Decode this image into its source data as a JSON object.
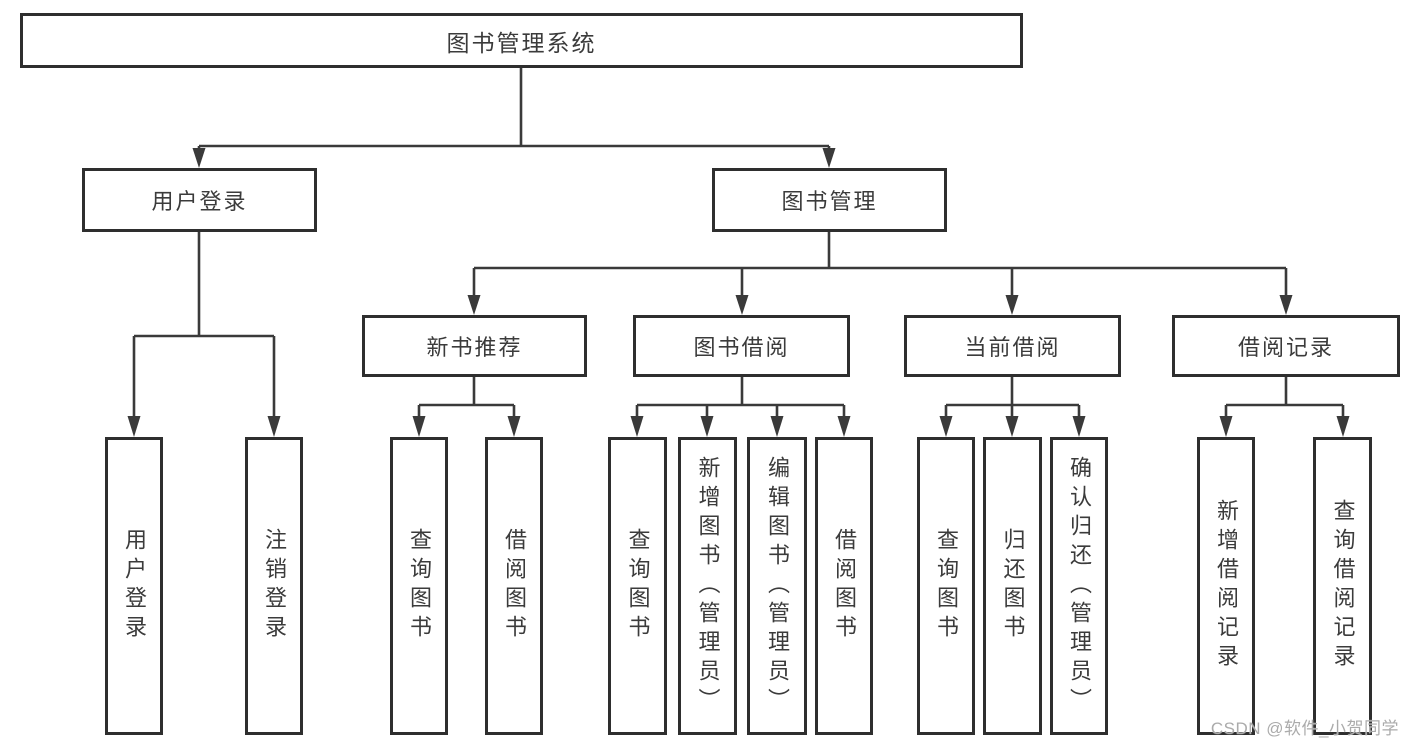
{
  "tree": {
    "root": {
      "label": "图书管理系统",
      "children": [
        {
          "label": "用户登录",
          "children": [
            {
              "label": "用户登录"
            },
            {
              "label": "注销登录"
            }
          ]
        },
        {
          "label": "图书管理",
          "children": [
            {
              "label": "新书推荐",
              "children": [
                {
                  "label": "查询图书"
                },
                {
                  "label": "借阅图书"
                }
              ]
            },
            {
              "label": "图书借阅",
              "children": [
                {
                  "label": "查询图书"
                },
                {
                  "label": "新增图书（管理员）"
                },
                {
                  "label": "编辑图书（管理员）"
                },
                {
                  "label": "借阅图书"
                }
              ]
            },
            {
              "label": "当前借阅",
              "children": [
                {
                  "label": "查询图书"
                },
                {
                  "label": "归还图书"
                },
                {
                  "label": "确认归还（管理员）"
                }
              ]
            },
            {
              "label": "借阅记录",
              "children": [
                {
                  "label": "新增借阅记录"
                },
                {
                  "label": "查询借阅记录"
                }
              ]
            }
          ]
        }
      ]
    }
  },
  "watermark": {
    "text": "CSDN @软件_小贺同学"
  },
  "colors": {
    "line": "#3a3a3a",
    "box_border": "#2e2e2e",
    "text": "#3b3b3b",
    "watermark": "#ababab",
    "background": "#ffffff"
  }
}
